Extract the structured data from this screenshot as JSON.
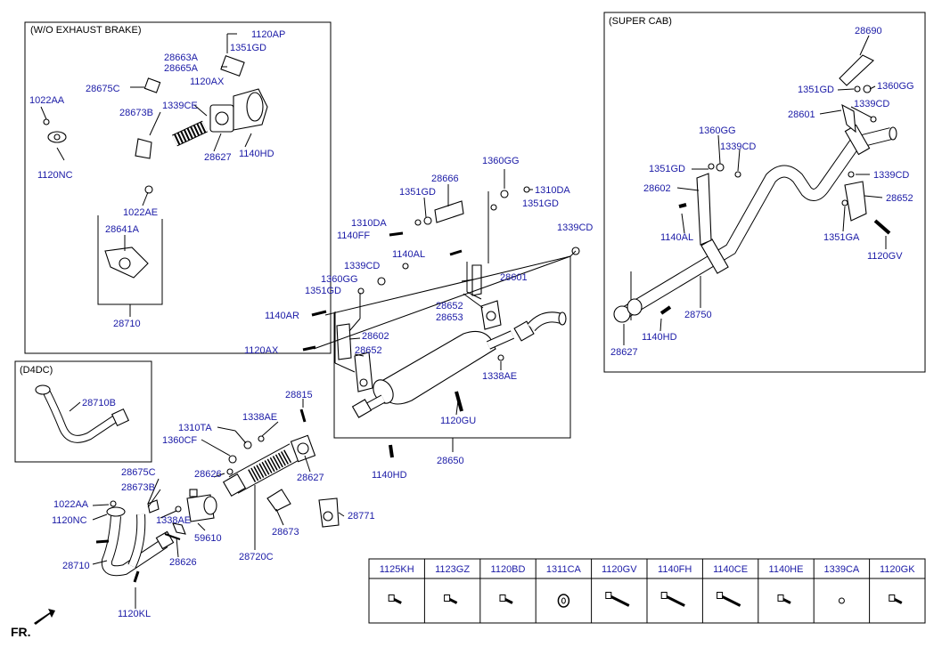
{
  "boxes": {
    "wo_exhaust_brake": "(W/O EXHAUST BRAKE)",
    "super_cab": "(SUPER CAB)",
    "d4dc": "(D4DC)"
  },
  "fr_label": "FR.",
  "callouts": {
    "wo_1120AP": "1120AP",
    "wo_1351GD": "1351GD",
    "wo_28663A": "28663A",
    "wo_28665A": "28665A",
    "wo_1120AX": "1120AX",
    "wo_28675C": "28675C",
    "wo_1022AA": "1022AA",
    "wo_28673B": "28673B",
    "wo_1339CE": "1339CE",
    "wo_1120NC": "1120NC",
    "wo_28627": "28627",
    "wo_1140HD": "1140HD",
    "wo_1022AE": "1022AE",
    "wo_28641A": "28641A",
    "wo_28710": "28710",
    "d4_28710B": "28710B",
    "sc_28690": "28690",
    "sc_1351GD_a": "1351GD",
    "sc_1360GG_a": "1360GG",
    "sc_28601": "28601",
    "sc_1339CD_a": "1339CD",
    "sc_1360GG_b": "1360GG",
    "sc_1339CD_b": "1339CD",
    "sc_1351GD_b": "1351GD",
    "sc_28602": "28602",
    "sc_1339CD_c": "1339CD",
    "sc_28652": "28652",
    "sc_1140AL": "1140AL",
    "sc_1351GA": "1351GA",
    "sc_1120GV": "1120GV",
    "sc_28750": "28750",
    "sc_1140HD": "1140HD",
    "sc_28627": "28627",
    "m_28666": "28666",
    "m_1360GG": "1360GG",
    "m_1310DA_r": "1310DA",
    "m_1351GD_r": "1351GD",
    "m_1351GD_t": "1351GD",
    "m_1310DA_l": "1310DA",
    "m_1140FF": "1140FF",
    "m_1339CD_r": "1339CD",
    "m_1140AL": "1140AL",
    "m_1339CD_l": "1339CD",
    "m_1360GG_l": "1360GG",
    "m_1351GD_l": "1351GD",
    "m_28601": "28601",
    "m_28652_r": "28652",
    "m_28653": "28653",
    "m_1140AR": "1140AR",
    "m_28602": "28602",
    "m_28652_l": "28652",
    "m_1120AX": "1120AX",
    "m_1338AE": "1338AE",
    "m_1120GU": "1120GU",
    "m_28650": "28650",
    "m_1140HD": "1140HD",
    "l_28815": "28815",
    "l_1310TA": "1310TA",
    "l_1338AE_t": "1338AE",
    "l_1360CF": "1360CF",
    "l_28627": "28627",
    "l_28675C": "28675C",
    "l_28626_t": "28626",
    "l_28673B": "28673B",
    "l_1022AA": "1022AA",
    "l_1120NC": "1120NC",
    "l_1338AE_b": "1338AE",
    "l_28771": "28771",
    "l_28673": "28673",
    "l_59610": "59610",
    "l_28710": "28710",
    "l_28626_b": "28626",
    "l_28720C": "28720C",
    "l_1120KL": "1120KL"
  },
  "fastener_table": {
    "columns": [
      "1125KH",
      "1123GZ",
      "1120BD",
      "1311CA",
      "1120GV",
      "1140FH",
      "1140CE",
      "1140HE",
      "1339CA",
      "1120GK"
    ]
  }
}
